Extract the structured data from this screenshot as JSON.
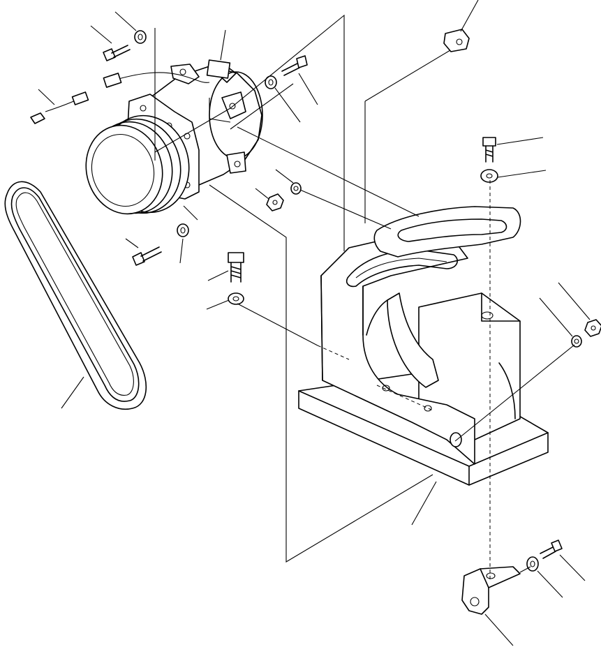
{
  "diagram": {
    "parts": [
      {
        "id": "compressor",
        "icon": "compressor-icon"
      },
      {
        "id": "compressor-clutch-pulley",
        "icon": "pulley-icon"
      },
      {
        "id": "v-belt",
        "icon": "belt-icon"
      },
      {
        "id": "mounting-bracket",
        "icon": "bracket-icon"
      },
      {
        "id": "bracket-base-plate",
        "icon": "base-plate-icon"
      },
      {
        "id": "adjusting-arm",
        "icon": "arm-icon"
      },
      {
        "id": "lower-support-bracket",
        "icon": "support-bracket-icon"
      },
      {
        "id": "upper-clip",
        "icon": "clip-icon"
      },
      {
        "id": "bolts",
        "icon": "bolt-icon"
      },
      {
        "id": "washers",
        "icon": "washer-icon"
      },
      {
        "id": "nuts",
        "icon": "nut-icon"
      },
      {
        "id": "wire-connector",
        "icon": "connector-icon"
      },
      {
        "id": "electrical-terminal",
        "icon": "terminal-icon"
      }
    ],
    "callout_count": 27
  }
}
